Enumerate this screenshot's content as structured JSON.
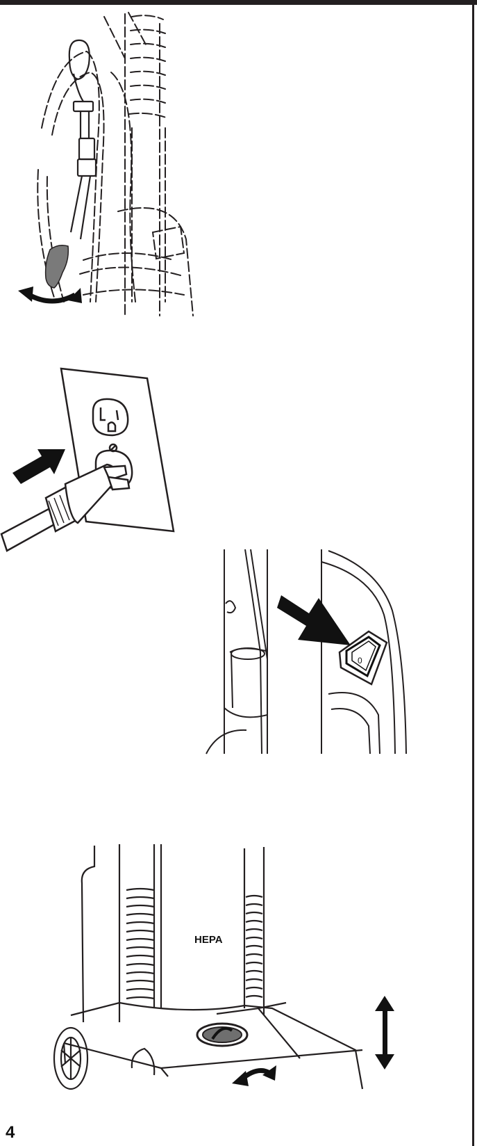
{
  "page": {
    "number": "4"
  },
  "figures": {
    "cord_hook": {
      "icon": "cord-release-lever-illustration"
    },
    "outlet": {
      "icon": "plug-into-outlet-illustration"
    },
    "power_switch": {
      "icon": "power-switch-illustration",
      "switch_glyph": "0"
    },
    "height_adjust": {
      "icon": "height-adjustment-illustration",
      "label": "HEPA"
    }
  },
  "colors": {
    "ink": "#231f20",
    "lever_gray": "#7a7a7a",
    "arrow_black": "#111111"
  }
}
